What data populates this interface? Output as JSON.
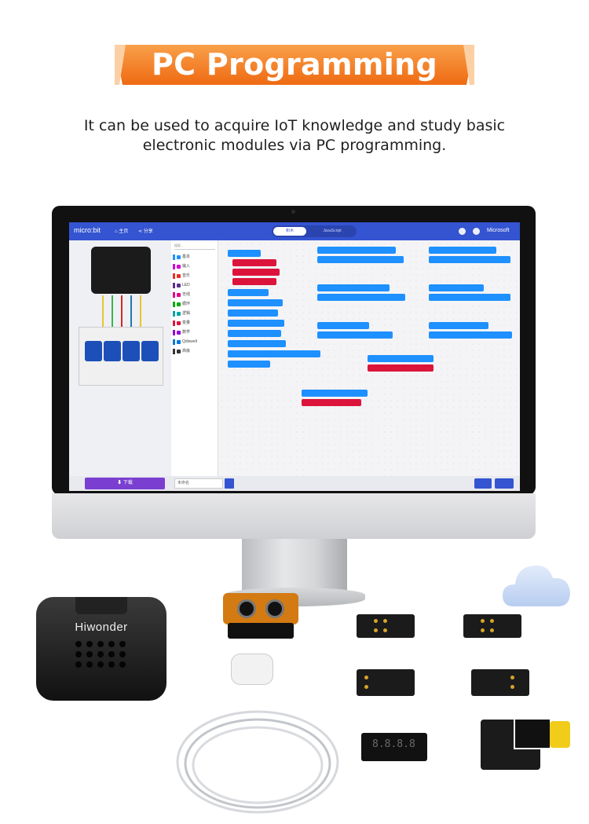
{
  "header": {
    "title": "PC Programming",
    "subtitle_line1": "It can be used to acquire IoT knowledge and study basic",
    "subtitle_line2": "electronic modules via PC programming.",
    "banner_color": "#f47c1e"
  },
  "editor": {
    "logo": "micro:bit",
    "nav_home": "主页",
    "nav_share": "分享",
    "toggle_blocks": "积木",
    "toggle_js": "JavaScript",
    "brand": "Microsoft",
    "accent": "#3454d1",
    "toolbox": {
      "search_placeholder": "搜索...",
      "items": [
        "基本",
        "输入",
        "音乐",
        "LED",
        "无线",
        "循环",
        "逻辑",
        "变量",
        "数学",
        "Qdiswell",
        "高级"
      ],
      "colors": [
        "#1e90ff",
        "#d400d4",
        "#e63022",
        "#5c2d91",
        "#e3008c",
        "#00aa00",
        "#00a4a6",
        "#dc143c",
        "#9400d3",
        "#0078d7",
        "#333333"
      ]
    },
    "download_label": "下载",
    "project_name": "未命名"
  },
  "products": {
    "hub_brand": "Hiwonder",
    "segment_display": "8.8.8.8"
  }
}
